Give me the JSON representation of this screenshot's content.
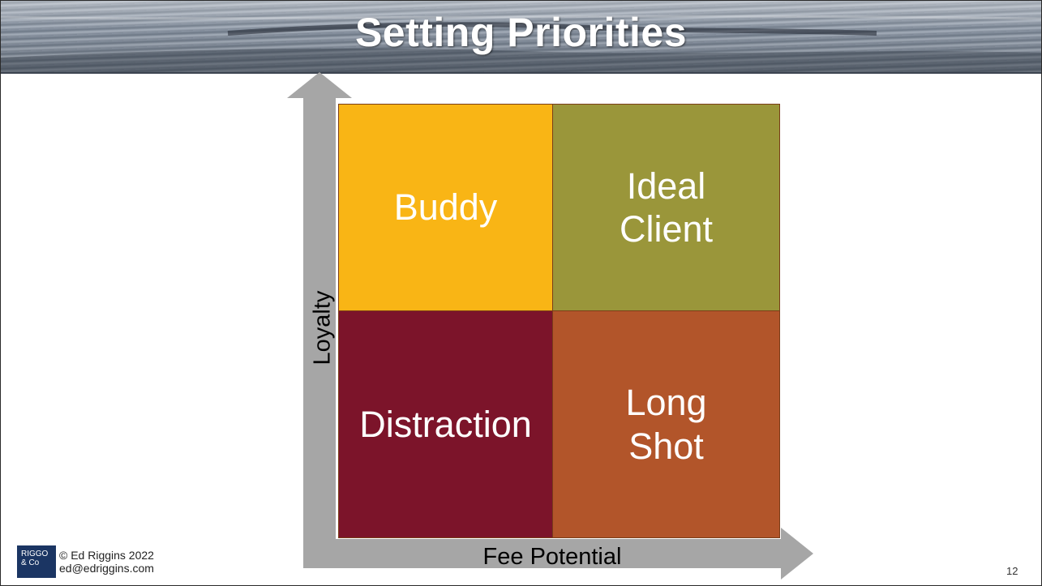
{
  "slide": {
    "title": "Setting Priorities",
    "page_number": "12"
  },
  "matrix": {
    "y_axis_label": "Loyalty",
    "x_axis_label": "Fee Potential",
    "quadrants": {
      "top_left": {
        "label_lines": [
          "Buddy"
        ],
        "color": "#f9b515"
      },
      "top_right": {
        "label_lines": [
          "Ideal",
          "Client"
        ],
        "color": "#9a963a"
      },
      "bottom_left": {
        "label_lines": [
          "Distraction"
        ],
        "color": "#7c142a"
      },
      "bottom_right": {
        "label_lines": [
          "Long",
          "Shot"
        ],
        "color": "#b2552a"
      }
    },
    "axis_color": "#a6a6a6"
  },
  "footer": {
    "logo_text_line1": "RIGGO",
    "logo_text_line2": "& Co",
    "copyright": "© Ed Riggins 2022",
    "email": "ed@edriggins.com"
  }
}
